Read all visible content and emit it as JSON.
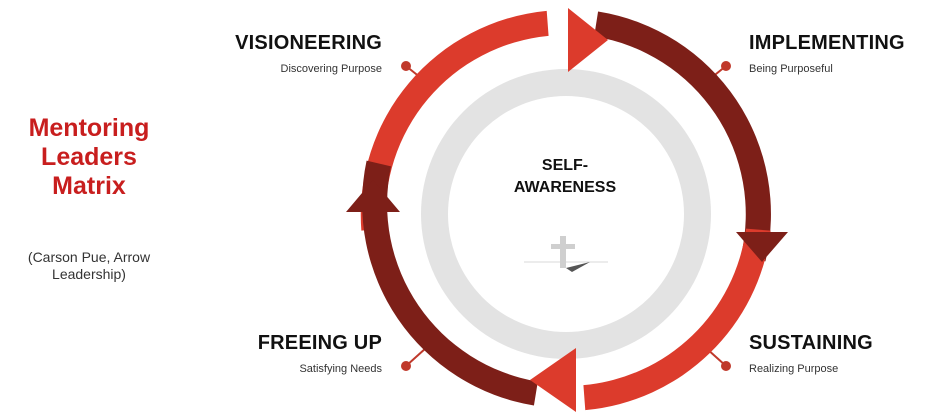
{
  "title": {
    "line1": "Mentoring",
    "line2": "Leaders",
    "line3": "Matrix"
  },
  "credit": {
    "line1": "(Carson Pue, Arrow",
    "line2": "Leadership)"
  },
  "center": {
    "line1": "SELF-",
    "line2": "AWARENESS"
  },
  "stages": {
    "visioneering": {
      "heading": "VISIONEERING",
      "subtitle": "Discovering Purpose"
    },
    "implementing": {
      "heading": "IMPLEMENTING",
      "subtitle": "Being Purposeful"
    },
    "sustaining": {
      "heading": "SUSTAINING",
      "subtitle": "Realizing Purpose"
    },
    "freeing_up": {
      "heading": "FREEING UP",
      "subtitle": "Satisfying Needs"
    }
  },
  "colors": {
    "title_red": "#c81e1e",
    "arrow_red": "#dc3b2c",
    "arrow_dark": "#7d1f18",
    "inner_ring": "#e3e3e3"
  }
}
